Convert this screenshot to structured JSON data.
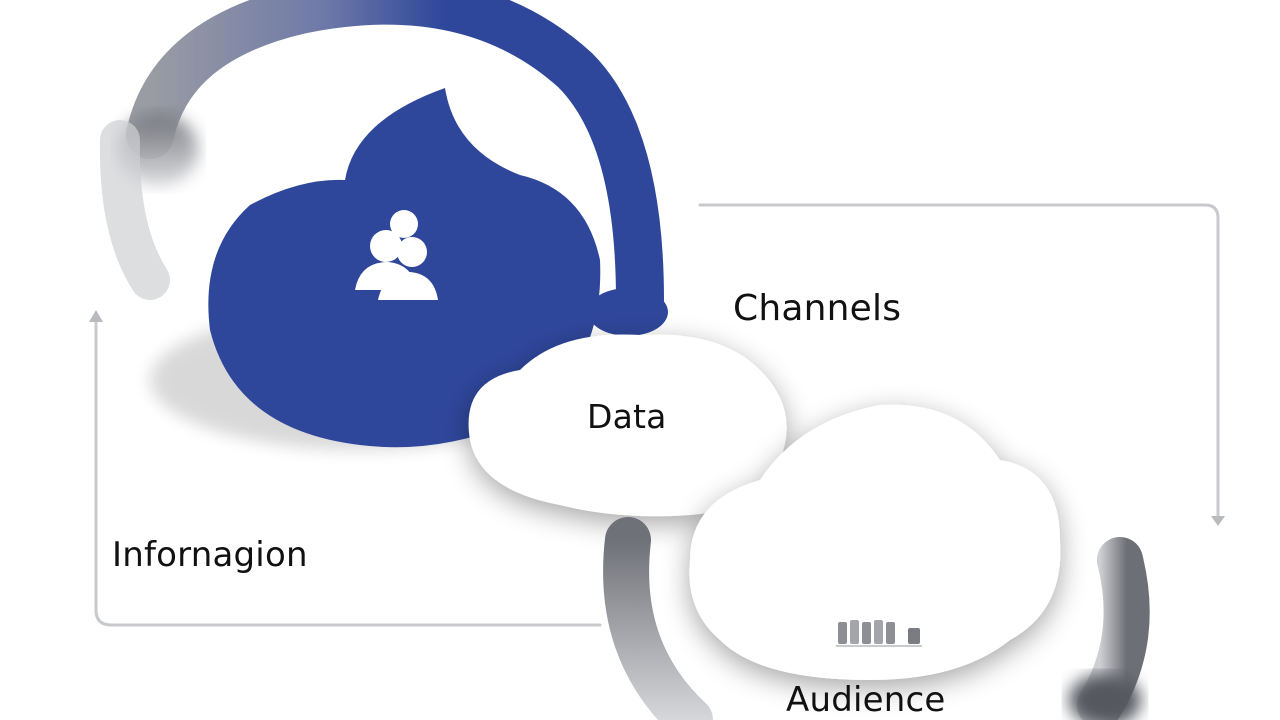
{
  "labels": {
    "channels": "Channels",
    "data": "Data",
    "information": "Infornagion",
    "audience": "Audience"
  },
  "icons": {
    "people": "people-icon",
    "servers": "servers-icon"
  },
  "colors": {
    "primary_blue": "#2f479b",
    "gray_ring": "#8a8d94",
    "connector_line": "#c8c9cc",
    "text": "#111111",
    "background": "#ffffff"
  }
}
